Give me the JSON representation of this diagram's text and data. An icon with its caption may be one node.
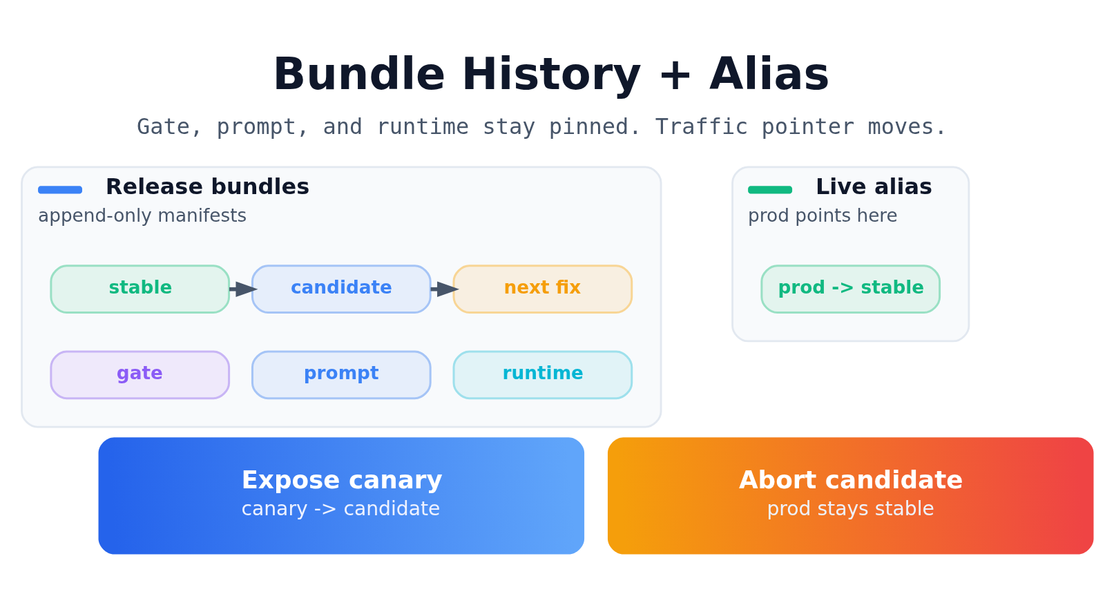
{
  "diagram": {
    "title": "Bundle History + Alias",
    "caption": "Gate, prompt, and runtime stay pinned. Traffic pointer moves.",
    "nodes": [
      {
        "text": [
          "Release bundles",
          "append-only manifests"
        ]
      },
      {
        "text": [
          "stable"
        ],
        "in": 0
      },
      {
        "text": [
          "candidate"
        ],
        "in": 0
      },
      {
        "text": [
          "next fix"
        ],
        "in": 0
      },
      {
        "text": [
          "gate"
        ],
        "in": 0
      },
      {
        "text": [
          "prompt"
        ],
        "in": 0
      },
      {
        "text": [
          "runtime"
        ],
        "in": 0
      },
      {
        "text": [
          "Live alias",
          "prod points here"
        ]
      },
      {
        "text": [
          "prod -> stable"
        ],
        "in": 7
      },
      {
        "text": [
          "Expose canary",
          "canary -> candidate"
        ]
      },
      {
        "text": [
          "Abort candidate",
          "prod stays stable"
        ]
      }
    ],
    "edges": [
      {
        "from": 1,
        "to": 2,
        "arrow": "to"
      },
      {
        "from": 2,
        "to": 3,
        "arrow": "to"
      }
    ]
  }
}
